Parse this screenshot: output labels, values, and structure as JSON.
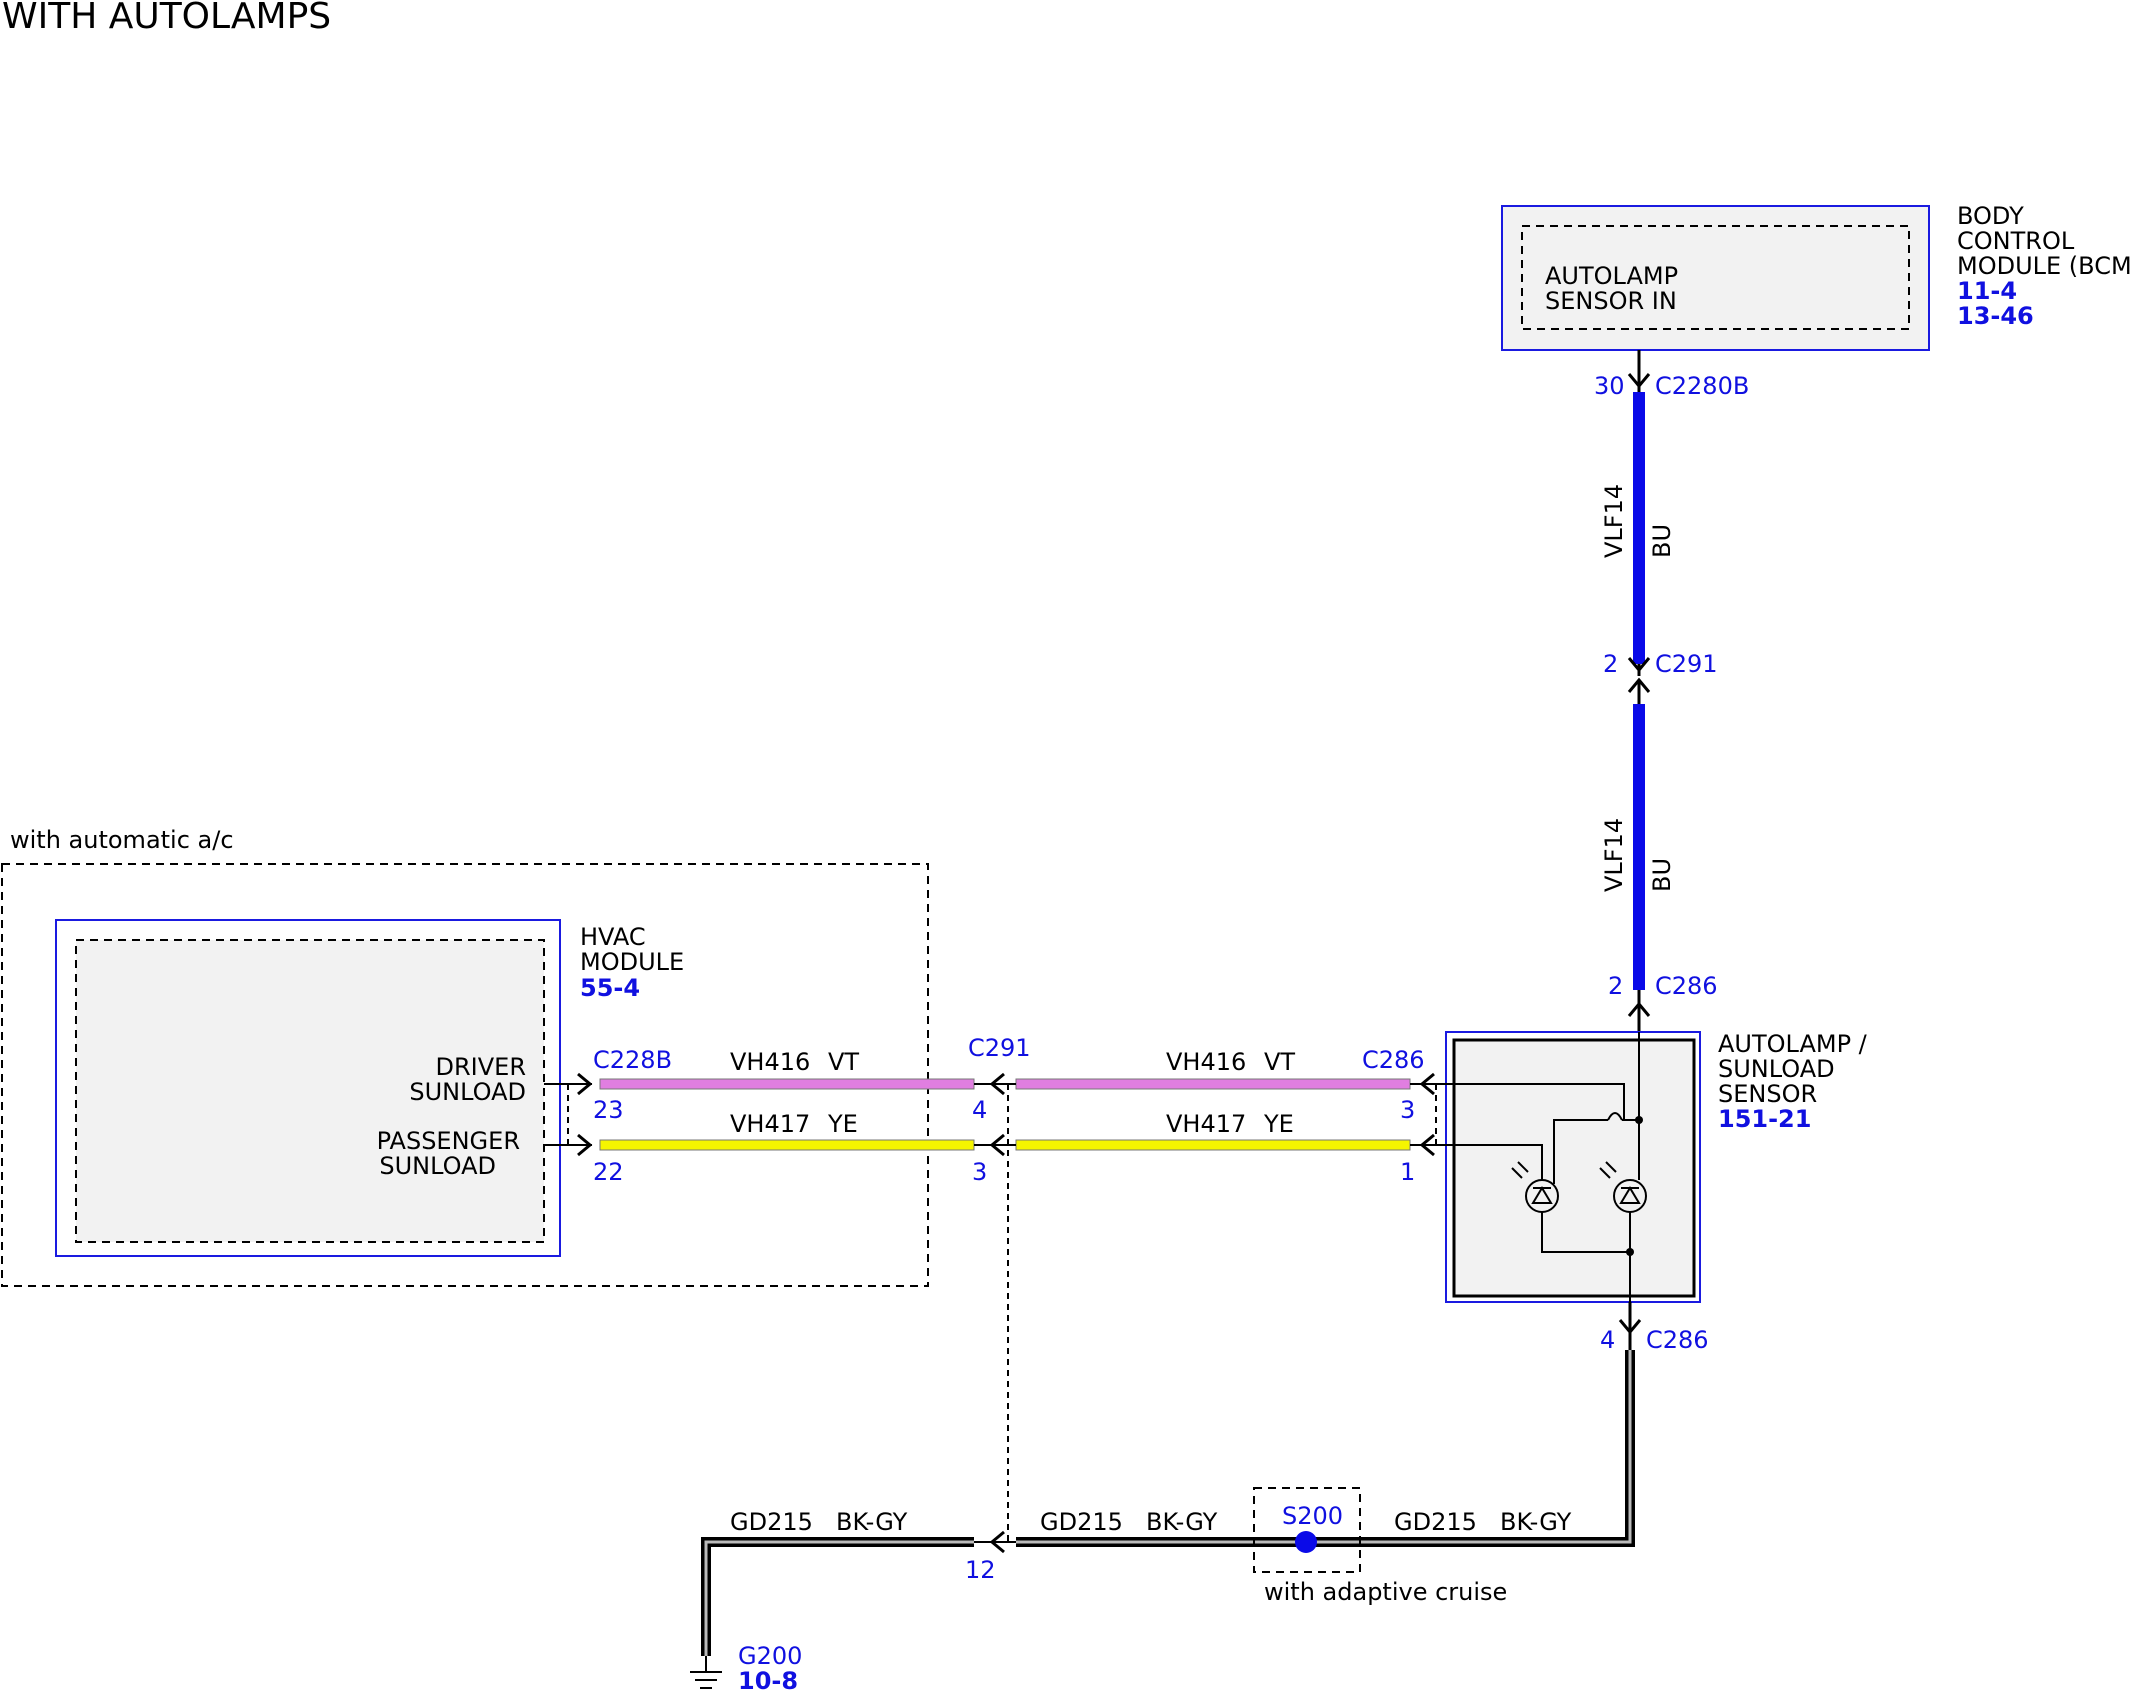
{
  "title": "WITH AUTOLAMPS",
  "colors": {
    "blue_wire": "#0a0ae8",
    "violet_wire": "#e07ee0",
    "yellow_wire": "#f5f500",
    "ground_wire": "#000000",
    "component_border": "#1a1ae0",
    "component_fill": "#f2f2f2",
    "label_blue": "#1010e0"
  },
  "bcm": {
    "name": "BODY\nCONTROL\nMODULE (BCM)",
    "name_lines": [
      "BODY",
      "CONTROL",
      "MODULE (BCM)"
    ],
    "refs": [
      "11-4",
      "13-46"
    ],
    "pin_function_lines": [
      "AUTOLAMP",
      "SENSOR IN"
    ]
  },
  "hvac": {
    "group_label": "with automatic a/c",
    "name_lines": [
      "HVAC",
      "MODULE"
    ],
    "ref": "55-4",
    "driver_lines": [
      "DRIVER",
      "SUNLOAD"
    ],
    "passenger_lines": [
      "PASSENGER",
      "SUNLOAD"
    ]
  },
  "sensor": {
    "name_lines": [
      "AUTOLAMP /",
      "SUNLOAD",
      "SENSOR"
    ],
    "ref": "151-21"
  },
  "connectors": {
    "c2280b": {
      "name": "C2280B",
      "pin": "30"
    },
    "c291_upper": {
      "name": "C291",
      "pin": "2"
    },
    "c286_top": {
      "name": "C286",
      "pin": "2"
    },
    "c228b": {
      "name": "C228B",
      "pin_vt": "23",
      "pin_ye": "22"
    },
    "c291_mid": {
      "name": "C291",
      "pin_vt": "4",
      "pin_ye": "3",
      "pin_gd": "12"
    },
    "c286_left": {
      "name": "C286",
      "pin_vt": "3",
      "pin_ye": "1"
    },
    "c286_bottom": {
      "name": "C286",
      "pin": "4"
    }
  },
  "wires": {
    "vlf14": {
      "circuit": "VLF14",
      "color": "BU"
    },
    "vh416": {
      "circuit": "VH416",
      "color": "VT"
    },
    "vh417": {
      "circuit": "VH417",
      "color": "YE"
    },
    "gd215": {
      "circuit": "GD215",
      "color": "BK-GY"
    }
  },
  "splice": {
    "name": "S200",
    "note": "with adaptive cruise"
  },
  "ground": {
    "name": "G200",
    "ref": "10-8"
  }
}
